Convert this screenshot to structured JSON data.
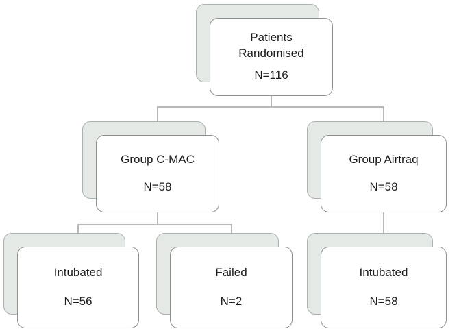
{
  "nodes": {
    "root": {
      "label": "Patients Randomised",
      "count": "N=116"
    },
    "group_cmac": {
      "label": "Group C-MAC",
      "count": "N=58"
    },
    "group_airtraq": {
      "label": "Group Airtraq",
      "count": "N=58"
    },
    "cmac_intubated": {
      "label": "Intubated",
      "count": "N=56"
    },
    "cmac_failed": {
      "label": "Failed",
      "count": "N=2"
    },
    "airtraq_intubated": {
      "label": "Intubated",
      "count": "N=58"
    }
  },
  "colors": {
    "background": "#ffffff",
    "shadow_fill": "#e5e9e6",
    "shadow_border": "#a9b1ac",
    "card_fill": "#ffffff",
    "card_border": "#8d918e",
    "connector": "#b6bab7",
    "text": "#1c1c1c"
  }
}
